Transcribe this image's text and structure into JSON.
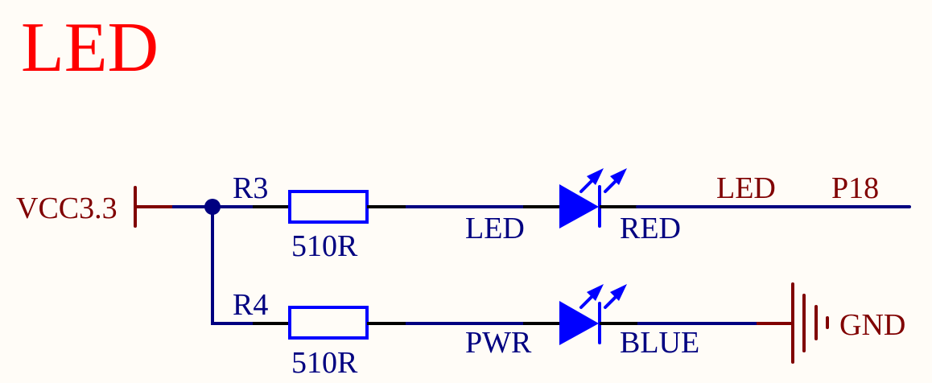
{
  "title": "LED",
  "colors": {
    "title": "#ff0000",
    "wire": "#000080",
    "pin": "#000000",
    "component": "#0000ff",
    "power": "#800000",
    "background": "#fffcf7"
  },
  "power": {
    "vcc_label": "VCC3.3",
    "gnd_label": "GND"
  },
  "components": {
    "r3": {
      "designator": "R3",
      "value": "510R"
    },
    "r4": {
      "designator": "R4",
      "value": "510R"
    },
    "led_red": {
      "designator": "LED",
      "value": "RED"
    },
    "led_blue": {
      "designator": "PWR",
      "value": "BLUE"
    }
  },
  "net": {
    "name": "LED",
    "port": "P18"
  }
}
